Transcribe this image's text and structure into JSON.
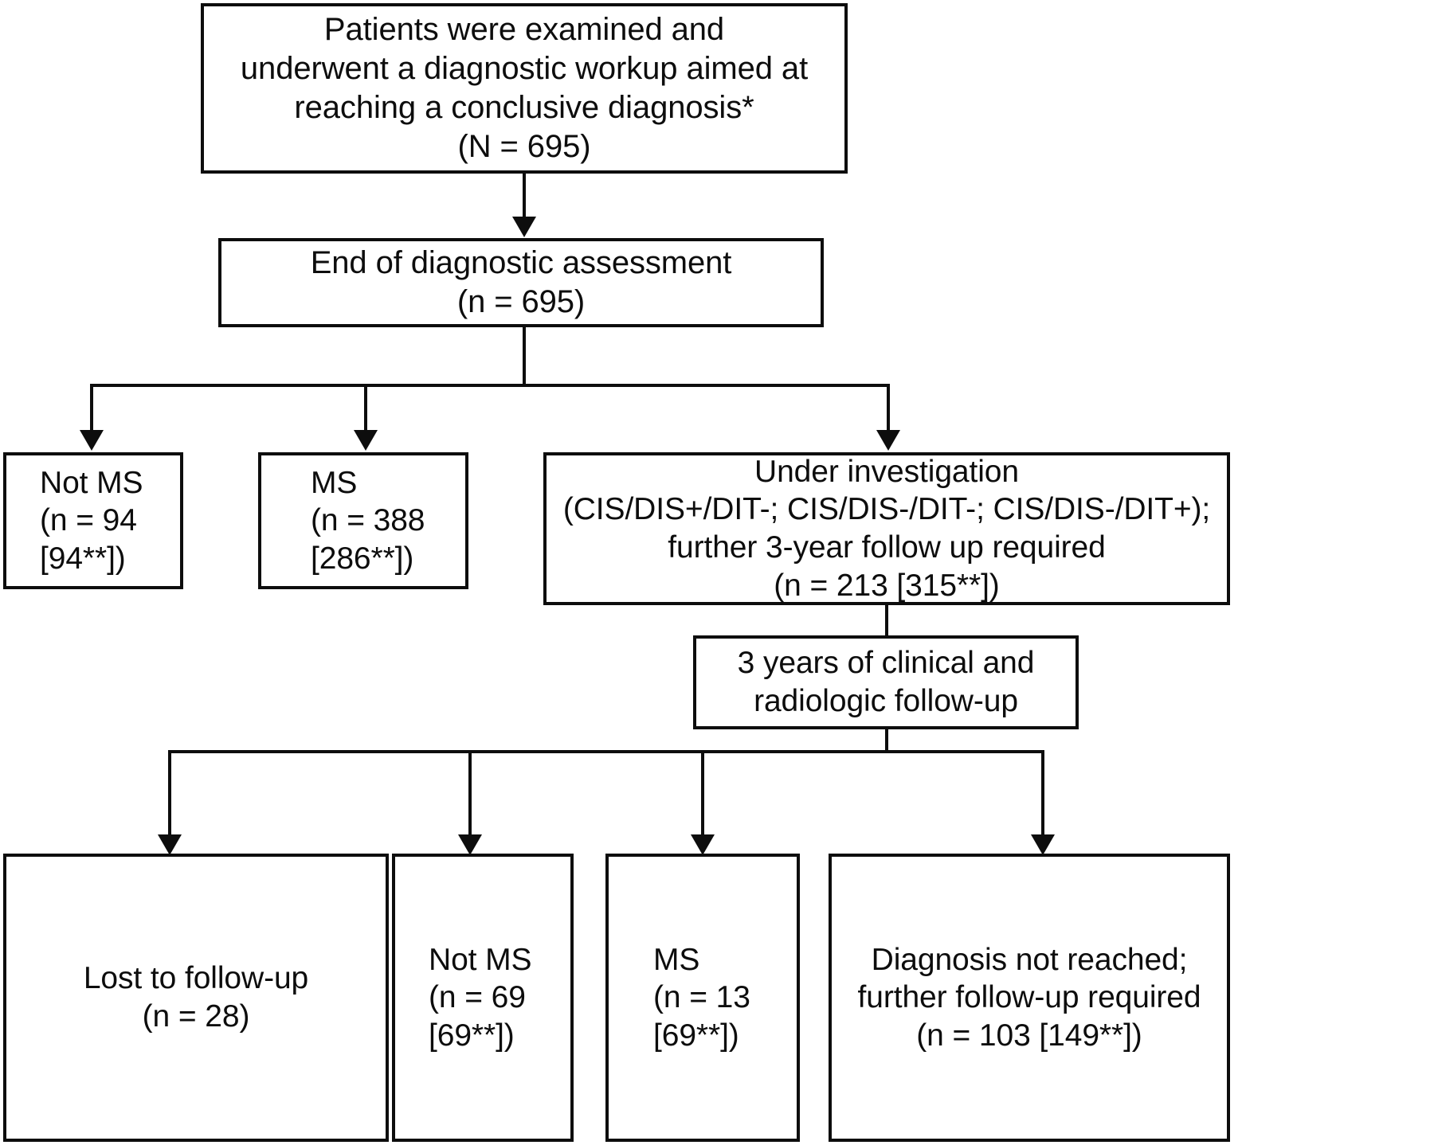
{
  "diagram": {
    "type": "flowchart",
    "title": "Patient diagnostic and follow-up flow",
    "stroke_color": "#0d0d0d",
    "background_color": "#ffffff",
    "nodes": {
      "enrollment": {
        "label": "Patients were examined and\nunderwent a diagnostic workup aimed at\nreaching a conclusive diagnosis*\n(N = 695)",
        "count": 695,
        "count_text": "(N = 695)"
      },
      "end_assessment": {
        "label": "End of diagnostic assessment\n(n = 695)",
        "count": 695,
        "count_text": "(n = 695)"
      },
      "not_ms_1": {
        "label": "Not MS\n(n = 94\n[94**])",
        "count": 94,
        "bracket_count": 94,
        "count_text": "(n = 94 [94**])"
      },
      "ms_1": {
        "label": "MS\n(n = 388\n[286**])",
        "count": 388,
        "bracket_count": 286,
        "count_text": "(n = 388 [286**])"
      },
      "under_investigation": {
        "label": "Under investigation\n(CIS/DIS+/DIT-; CIS/DIS-/DIT-; CIS/DIS-/DIT+);\nfurther 3-year follow up required\n(n = 213 [315**])",
        "count": 213,
        "bracket_count": 315,
        "count_text": "(n = 213 [315**])"
      },
      "three_years_followup": {
        "label": "3 years of clinical and\nradiologic follow-up"
      },
      "lost_to_followup": {
        "label": "Lost to follow-up\n(n = 28)",
        "count": 28,
        "count_text": "(n = 28)"
      },
      "not_ms_2": {
        "label": "Not MS\n(n = 69\n[69**])",
        "count": 69,
        "bracket_count": 69,
        "count_text": "(n = 69 [69**])"
      },
      "ms_2": {
        "label": "MS\n(n = 13\n[69**])",
        "count": 13,
        "bracket_count": 69,
        "count_text": "(n = 13 [69**])"
      },
      "diagnosis_not_reached": {
        "label": "Diagnosis not reached;\nfurther follow-up required\n(n = 103 [149**])",
        "count": 103,
        "bracket_count": 149,
        "count_text": "(n = 103 [149**])"
      }
    }
  }
}
